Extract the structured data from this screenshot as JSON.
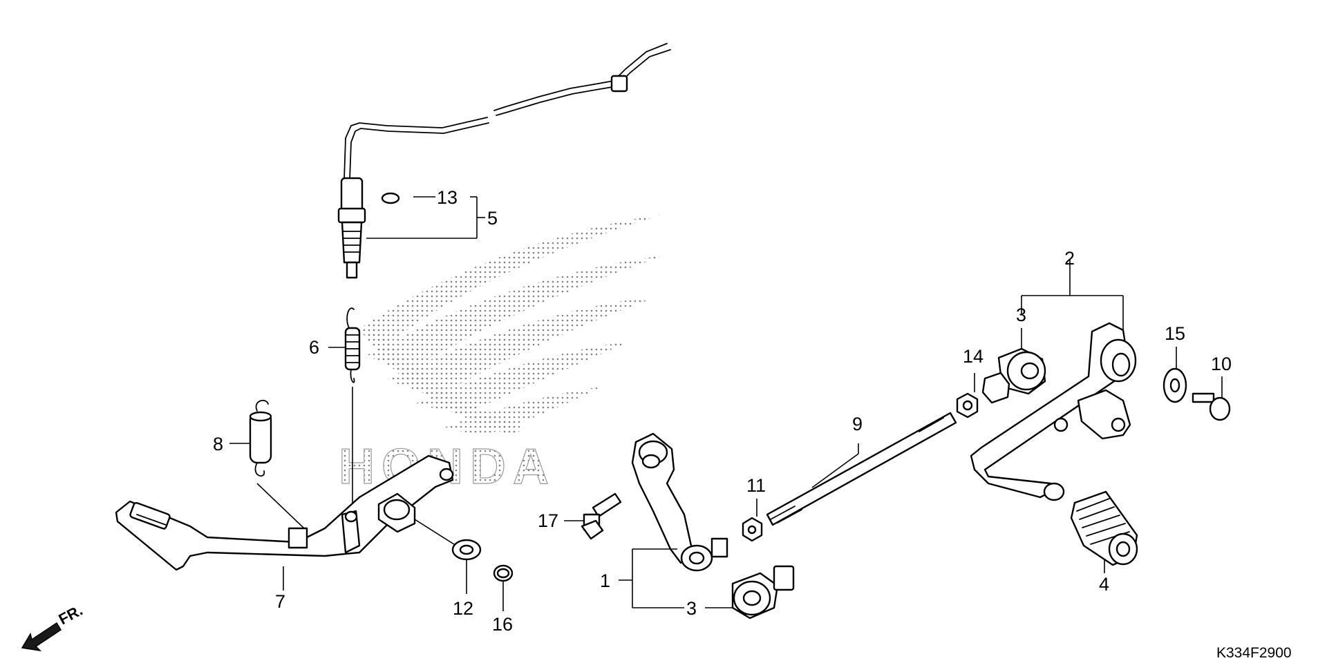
{
  "diagram": {
    "brand_watermark": "HONDA",
    "code": "K334F2900",
    "direction_label": "FR.",
    "callouts": [
      {
        "id": "c1",
        "text": "1"
      },
      {
        "id": "c2",
        "text": "2"
      },
      {
        "id": "c3a",
        "text": "3"
      },
      {
        "id": "c3b",
        "text": "3"
      },
      {
        "id": "c4",
        "text": "4"
      },
      {
        "id": "c5",
        "text": "5"
      },
      {
        "id": "c6",
        "text": "6"
      },
      {
        "id": "c7",
        "text": "7"
      },
      {
        "id": "c8",
        "text": "8"
      },
      {
        "id": "c9",
        "text": "9"
      },
      {
        "id": "c10",
        "text": "10"
      },
      {
        "id": "c11",
        "text": "11"
      },
      {
        "id": "c12",
        "text": "12"
      },
      {
        "id": "c13",
        "text": "13"
      },
      {
        "id": "c14",
        "text": "14"
      },
      {
        "id": "c15",
        "text": "15"
      },
      {
        "id": "c16",
        "text": "16"
      },
      {
        "id": "c17",
        "text": "17"
      }
    ]
  }
}
